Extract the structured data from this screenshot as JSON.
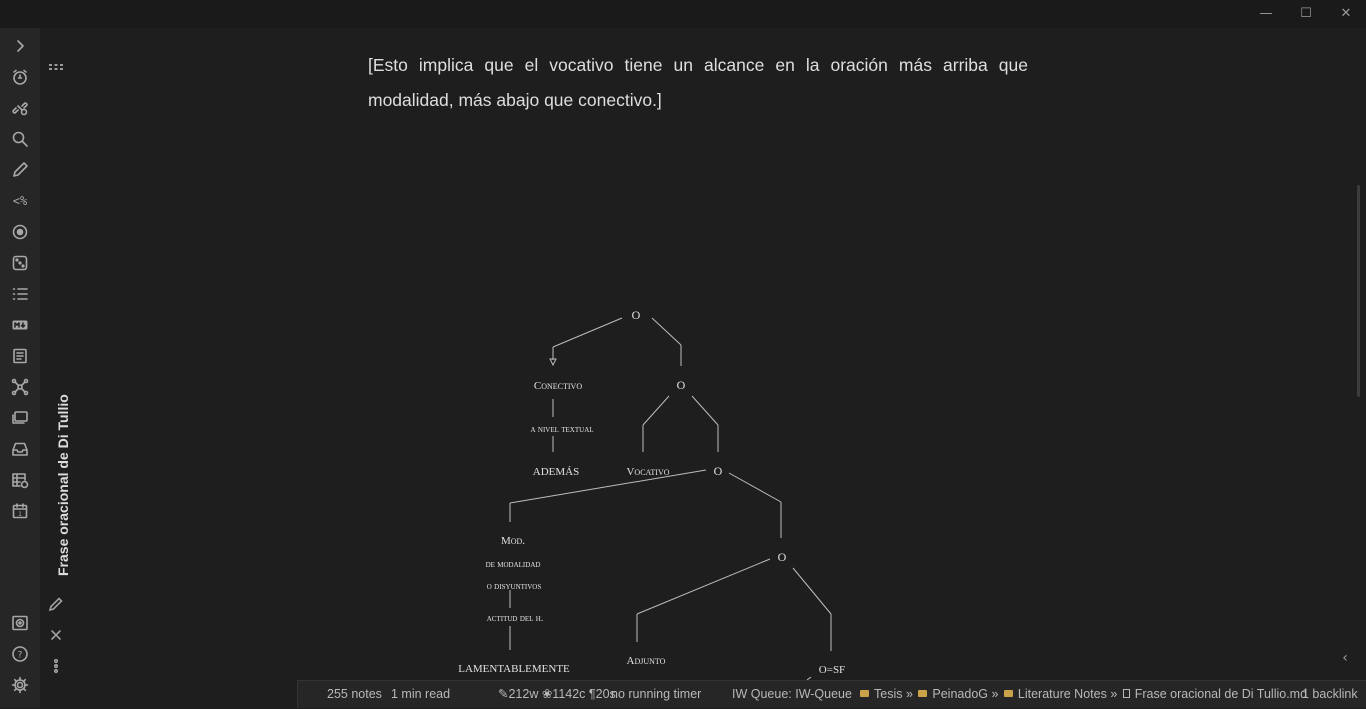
{
  "window": {
    "minimize_glyph": "—",
    "maximize_glyph": "☐",
    "close_glyph": "✕"
  },
  "ribbon": {
    "icons": [
      "chevron-right-icon",
      "alarm-icon",
      "link-broken-icon",
      "search-icon",
      "pencil-icon",
      "templater-icon",
      "target-icon",
      "dice-icon",
      "list-icon",
      "markdown-icon",
      "slides-icon",
      "graph-icon",
      "stack-icon",
      "inbox-icon",
      "table-plus-icon",
      "calendar-icon"
    ],
    "templater_label": "<%",
    "markdown_label": "M↓",
    "calendar_label": "1",
    "bottom_icons": [
      "vault-icon",
      "help-icon",
      "settings-icon"
    ],
    "help_label": "?"
  },
  "note": {
    "title": "Frase oracional de Di Tullio",
    "paragraph": "[Esto implica que el vocativo tiene un alcance en la oración más arriba que modalidad, más abajo que conectivo.]"
  },
  "tree": {
    "labels": {
      "o1": "O",
      "conectivo": "Conectivo",
      "o2": "O",
      "nivel_textual": "a nivel textual",
      "ademas": "ADEMÁS",
      "vocativo": "Vocativo",
      "o3": "O",
      "mod": "Mod.",
      "de_modalidad": "de modalidad",
      "disyuntivos": "o disyuntivos",
      "o4": "O",
      "actitud": "actitud del h.",
      "lamentablemente": "LAMENTABLEMENTE",
      "adjunto": "Adjunto",
      "osf": "O=SF"
    }
  },
  "statusbar": {
    "notes": "255 notes",
    "read": "1 min read",
    "wordstats": "✎212w ❀1142c ¶20s",
    "timer": "no running timer",
    "queue": "IW Queue: IW-Queue",
    "crumb1": "Tesis »",
    "crumb2": "PeinadoG »",
    "crumb3": "Literature Notes »",
    "file": "Frase oracional de Di Tullio.md",
    "backlinks": "1 backlink"
  },
  "colors": {
    "background": "#1e1e1e",
    "ribbon": "#262626",
    "folder": "#c9a24a"
  }
}
